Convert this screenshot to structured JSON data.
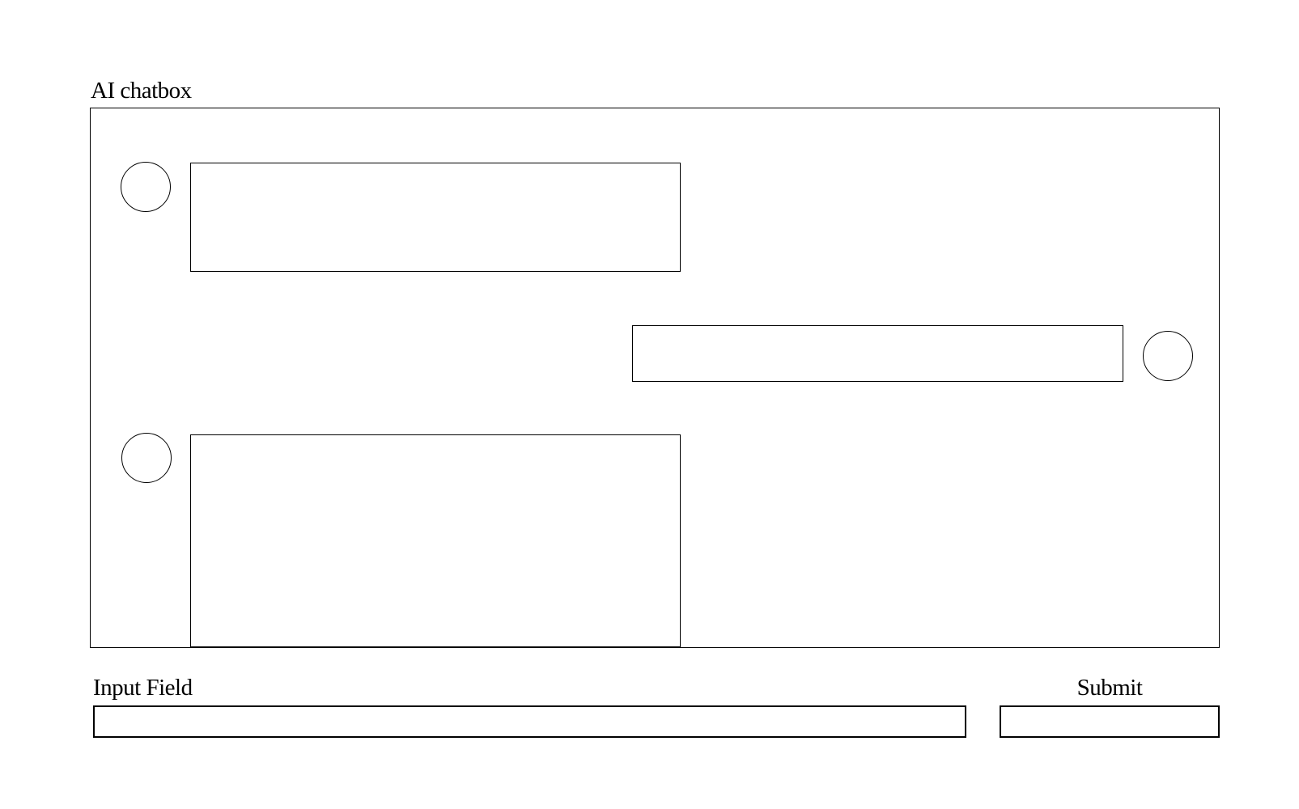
{
  "colors": {
    "background": "#ffffff",
    "stroke": "#000000"
  },
  "chat": {
    "title": "AI chatbox",
    "messages": [
      {
        "sender": "assistant",
        "side": "left",
        "avatar": "circle",
        "text": ""
      },
      {
        "sender": "user",
        "side": "right",
        "avatar": "circle",
        "text": ""
      },
      {
        "sender": "assistant",
        "side": "left",
        "avatar": "circle",
        "text": ""
      }
    ]
  },
  "input_field": {
    "label": "Input Field",
    "value": ""
  },
  "submit_button": {
    "label": "Submit"
  }
}
